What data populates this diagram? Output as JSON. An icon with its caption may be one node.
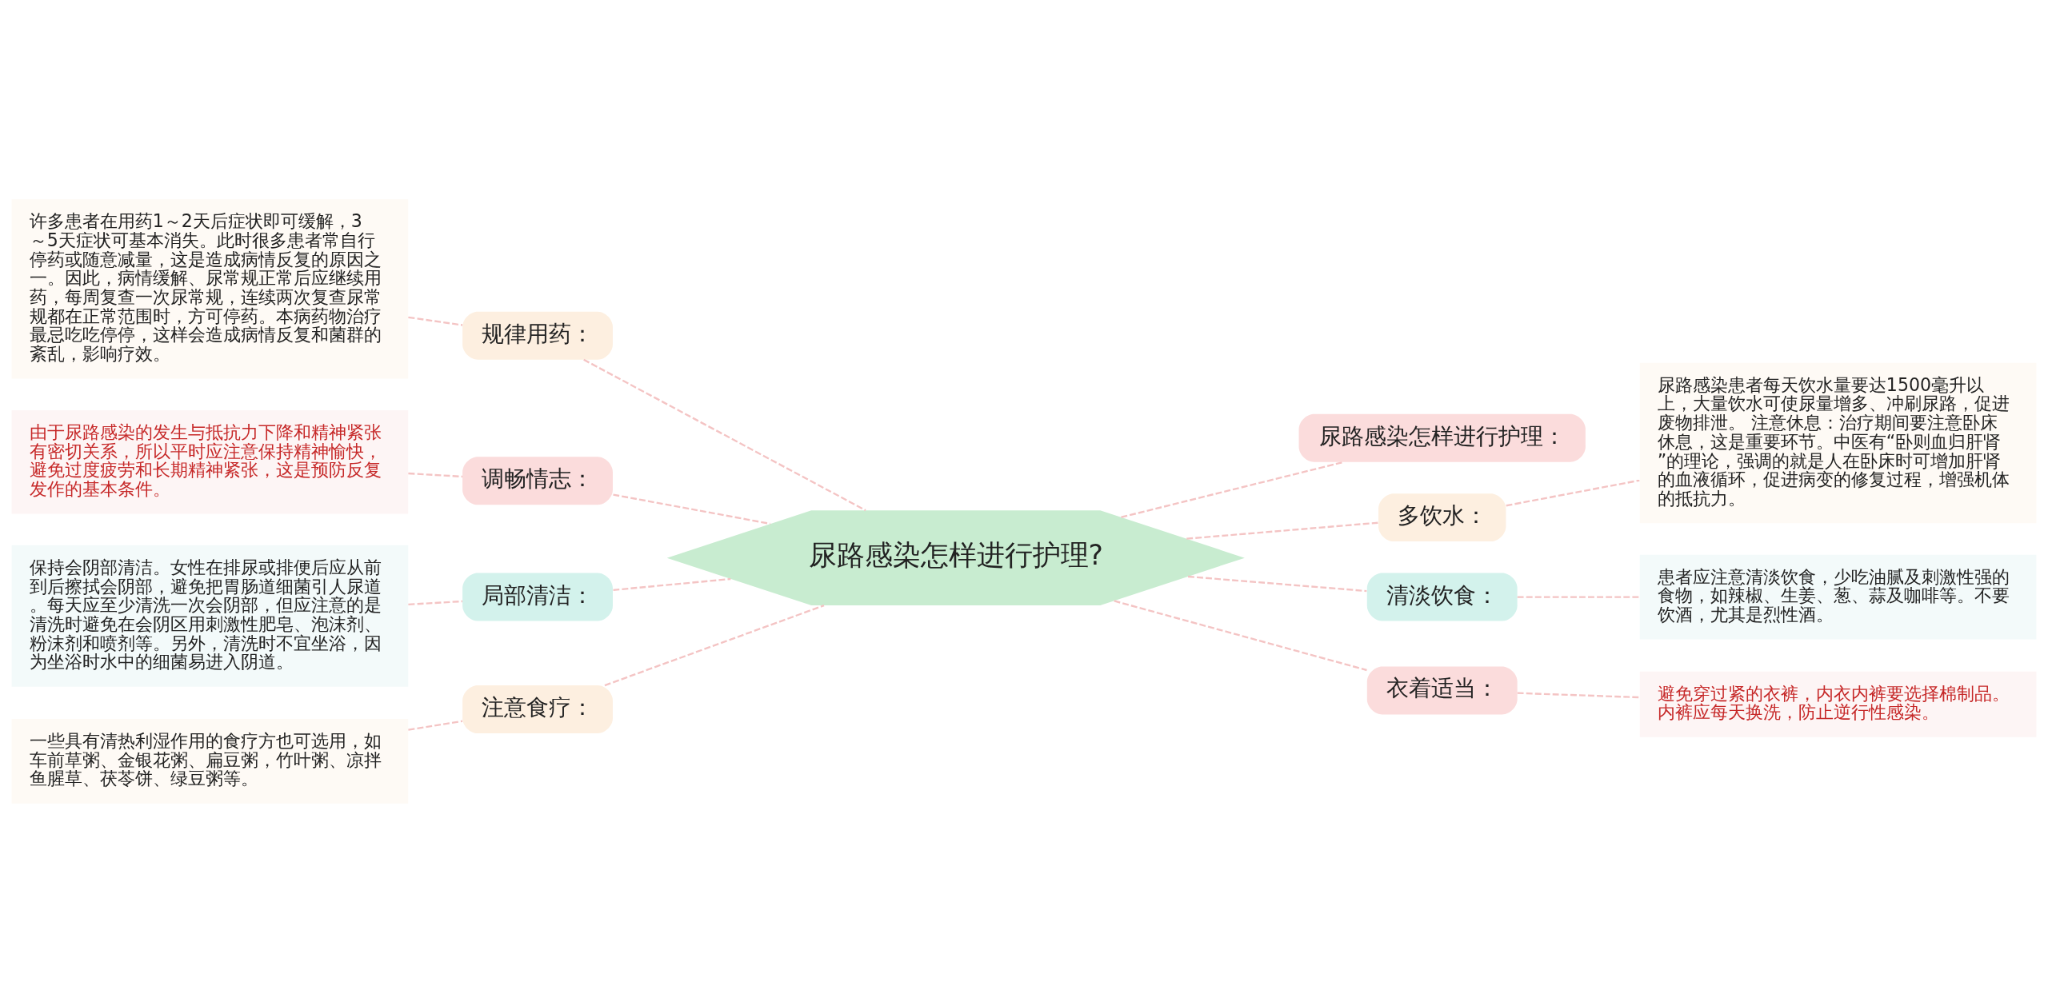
{
  "diagram": {
    "nodes": [
      {
        "text": [
          "尿路感染怎样进行护理?"
        ]
      },
      {
        "text": [
          "规律用药："
        ]
      },
      {
        "text": [
          "许多患者在用药1～2天后症状即可缓解，3～5天症状可基本消失。此时很多患者常自行停药或随意减量，这是造成病情反复的原因之一。因此，病情缓解、尿常规正常后应继续用药，每周复查一次尿常规，连续两次复查尿常规都在正常范围时，方可停药。本病药物治疗最忌吃吃停停，这样会造成病情反复和菌群的紊乱，影响疗效。"
        ]
      },
      {
        "text": [
          "调畅情志："
        ]
      },
      {
        "text": [
          "由于尿路感染的发生与抵抗力下降和精神紧张有密切关系，所以平时应注意保持精神愉快，避免过度疲劳和长期精神紧张，这是预防反复发作的基本条件。"
        ]
      },
      {
        "text": [
          "局部清洁："
        ]
      },
      {
        "text": [
          "保持会阴部清洁。女性在排尿或排便后应从前到后擦拭会阴部，避免把胃肠道细菌引人尿道。每天应至少清洗一次会阴部，但应注意的是清洗时避免在会阴区用刺激性肥皂、泡沫剂、粉沫剂和喷剂等。另外，清洗时不宜坐浴，因为坐浴时水中的细菌易进入阴道。"
        ]
      },
      {
        "text": [
          "注意食疗："
        ]
      },
      {
        "text": [
          "一些具有清热利湿作用的食疗方也可选用，如车前草粥、金银花粥、扁豆粥，竹叶粥、凉拌鱼腥草、茯苓饼、绿豆粥等。"
        ]
      },
      {
        "text": [
          "尿路感染怎样进行护理："
        ]
      },
      {
        "text": [
          "多饮水："
        ]
      },
      {
        "text": [
          "尿路感染患者每天饮水量要达1500毫升以上，大量饮水可使尿量增多、冲刷尿路，促进废物排泄。 注意休息：治疗期间要注意卧床休息，这是重要环节。中医有“卧则血归肝肾”的理论，强调的就是人在卧床时可增加肝肾的血液循环，促进病变的修复过程，增强机体的抵抗力。"
        ]
      },
      {
        "text": [
          "清淡饮食："
        ]
      },
      {
        "text": [
          "患者应注意清淡饮食，少吃油腻及刺激性强的食物，如辣椒、生姜、葱、蒜及咖啡等。不要饮酒，尤其是烈性酒。"
        ]
      },
      {
        "text": [
          "衣着适当："
        ]
      },
      {
        "text": [
          "避免穿过紧的衣裤，内衣内裤要选择棉制品。内裤应每天换洗，防止逆行性感染。"
        ]
      }
    ],
    "edges": [
      {
        "from": 2,
        "to": 1,
        "arrow": "none"
      },
      {
        "from": 1,
        "to": 0,
        "arrow": "none"
      },
      {
        "from": 4,
        "to": 3,
        "arrow": "none"
      },
      {
        "from": 3,
        "to": 0,
        "arrow": "none"
      },
      {
        "from": 6,
        "to": 5,
        "arrow": "none"
      },
      {
        "from": 5,
        "to": 0,
        "arrow": "none"
      },
      {
        "from": 8,
        "to": 7,
        "arrow": "none"
      },
      {
        "from": 7,
        "to": 0,
        "arrow": "none"
      },
      {
        "from": 0,
        "to": 9,
        "arrow": "none"
      },
      {
        "from": 0,
        "to": 10,
        "arrow": "none"
      },
      {
        "from": 10,
        "to": 11,
        "arrow": "none"
      },
      {
        "from": 0,
        "to": 12,
        "arrow": "none"
      },
      {
        "from": 12,
        "to": 13,
        "arrow": "none"
      },
      {
        "from": 0,
        "to": 14,
        "arrow": "none"
      },
      {
        "from": 14,
        "to": 15,
        "arrow": "none"
      }
    ]
  }
}
